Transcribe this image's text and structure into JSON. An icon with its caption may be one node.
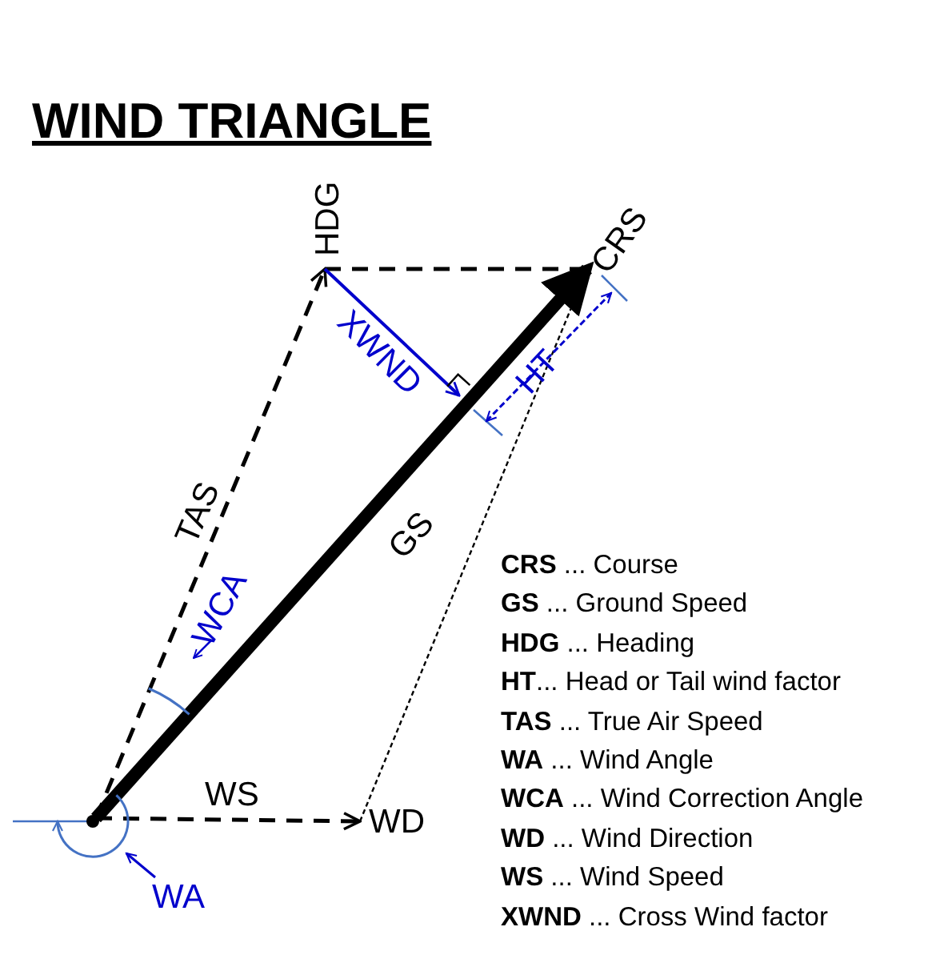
{
  "diagram": {
    "title": "WIND TRIANGLE",
    "nodes": [
      {
        "text": [],
        "shape": "point"
      },
      {
        "text": [
          "HDG"
        ]
      },
      {
        "text": [
          "CRS"
        ]
      },
      {
        "text": [
          "WD"
        ]
      }
    ],
    "edges": [
      {
        "from": 0,
        "to": 1,
        "arrow": "to",
        "label": "TAS",
        "style": "dashed"
      },
      {
        "from": 0,
        "to": 2,
        "arrow": "to",
        "label": "GS",
        "style": "thick"
      },
      {
        "from": 0,
        "to": 3,
        "arrow": "to",
        "label": "WS",
        "style": "dashed"
      },
      {
        "from": 1,
        "to": 2,
        "arrow": "none",
        "style": "dashed"
      },
      {
        "from": 3,
        "to": 2,
        "arrow": "none",
        "style": "dashed"
      },
      {
        "from": 1,
        "to": null,
        "arrow": "to",
        "label": "XWND",
        "color": "#0000cc"
      }
    ],
    "labels": [
      "HT",
      "WCA",
      "WA",
      "**CRS** ... Course",
      "**GS** ... Ground Speed",
      "**HDG** ... Heading",
      "**HT**... Head or Tail wind factor",
      "**TAS** ... True Air Speed",
      "**WA** ... Wind Angle",
      "**WCA** ... Wind Correction Angle",
      "**WD** ... Wind Direction",
      "**WS** ... Wind Speed",
      "**XWND** ... Cross Wind factor"
    ]
  }
}
